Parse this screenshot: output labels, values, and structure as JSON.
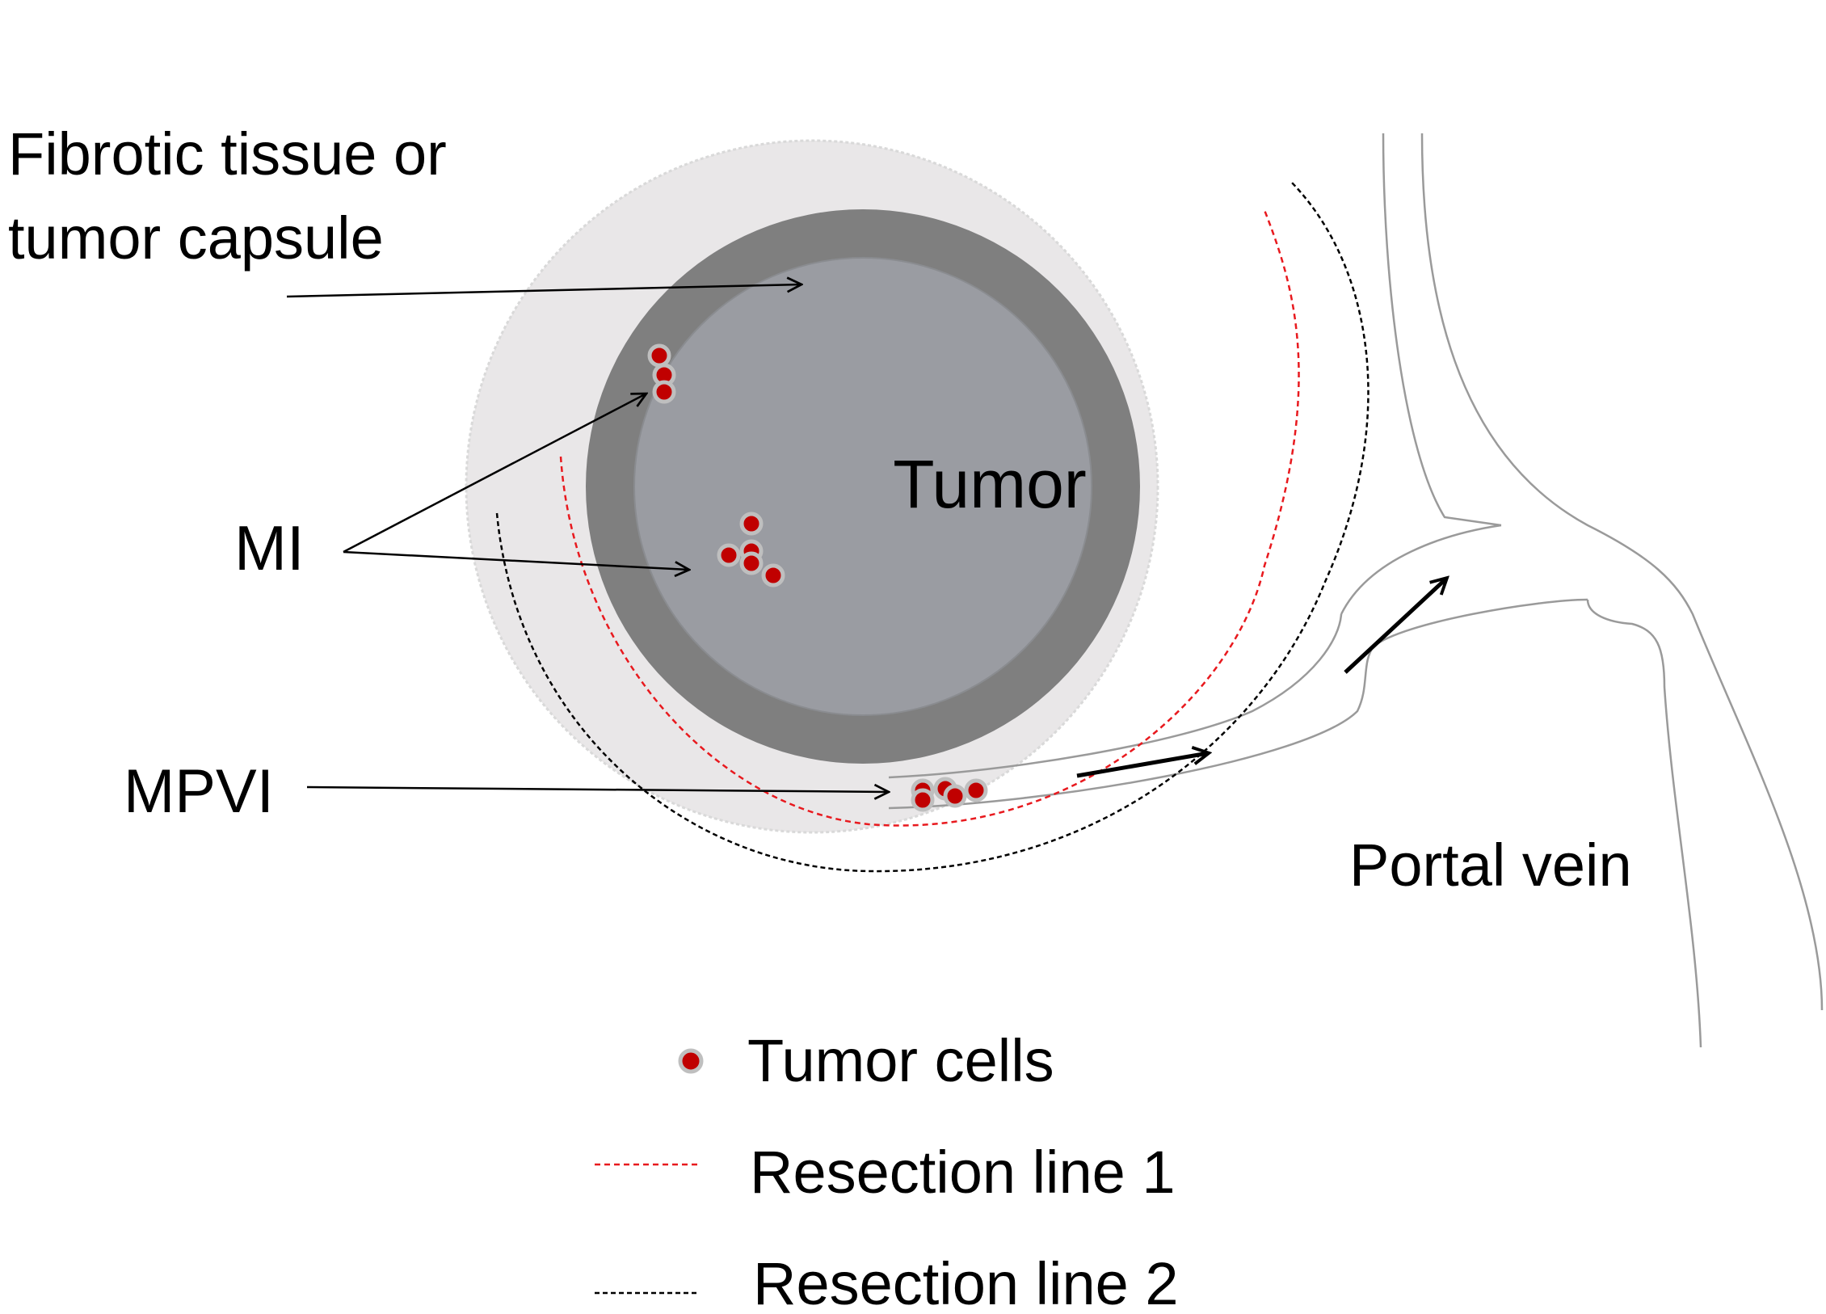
{
  "labels": {
    "fibrotic_line1": "Fibrotic tissue or",
    "fibrotic_line2": "tumor capsule",
    "tumor": "Tumor",
    "mi": "MI",
    "mpvi": "MPVI",
    "portal_vein": "Portal vein"
  },
  "legend": {
    "tumor_cells": "Tumor cells",
    "resection_line_1": "Resection line 1",
    "resection_line_2": "Resection line 2"
  },
  "colors": {
    "outer_zone": "#e9e7e8",
    "capsule": "#7f7f7f",
    "tumor": "#9a9ca2",
    "tumor_cell": "#c00000",
    "tumor_cell_ring": "#bfbfbf",
    "resection_line_1": "#e8191e",
    "resection_line_2": "#000000",
    "vessel": "#9a9a9a"
  }
}
